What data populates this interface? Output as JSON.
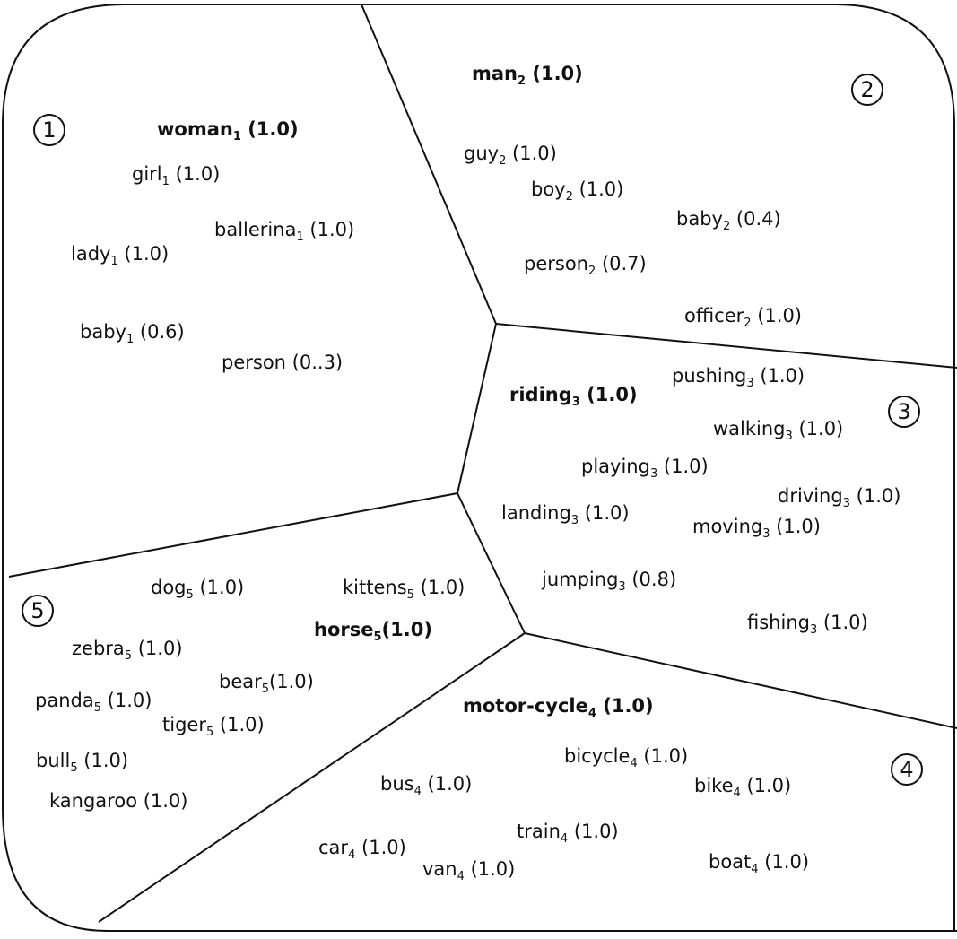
{
  "diagram": {
    "regions": [
      {
        "number": "1",
        "items": [
          {
            "word": "woman",
            "sub": "1",
            "score": " (1.0)",
            "head": true
          },
          {
            "word": "girl",
            "sub": "1",
            "score": " (1.0)"
          },
          {
            "word": "ballerina",
            "sub": "1",
            "score": " (1.0)"
          },
          {
            "word": "lady",
            "sub": "1",
            "score": " (1.0)"
          },
          {
            "word": "baby",
            "sub": "1",
            "score": " (0.6)"
          },
          {
            "word": "person",
            "sub": "",
            "score": " (0..3)"
          }
        ]
      },
      {
        "number": "2",
        "items": [
          {
            "word": "man",
            "sub": "2",
            "score": " (1.0)",
            "head": true
          },
          {
            "word": "guy",
            "sub": "2",
            "score": " (1.0)"
          },
          {
            "word": "boy",
            "sub": "2",
            "score": " (1.0)"
          },
          {
            "word": "baby",
            "sub": "2",
            "score": " (0.4)"
          },
          {
            "word": "person",
            "sub": "2",
            "score": " (0.7)"
          },
          {
            "word": "officer",
            "sub": "2",
            "score": " (1.0)"
          }
        ]
      },
      {
        "number": "3",
        "items": [
          {
            "word": "riding",
            "sub": "3",
            "score": " (1.0)",
            "head": true
          },
          {
            "word": "pushing",
            "sub": "3",
            "score": " (1.0)"
          },
          {
            "word": "walking",
            "sub": "3",
            "score": " (1.0)"
          },
          {
            "word": "playing",
            "sub": "3",
            "score": " (1.0)"
          },
          {
            "word": "driving",
            "sub": "3",
            "score": " (1.0)"
          },
          {
            "word": "landing",
            "sub": "3",
            "score": " (1.0)"
          },
          {
            "word": "moving",
            "sub": "3",
            "score": " (1.0)"
          },
          {
            "word": "jumping",
            "sub": "3",
            "score": " (0.8)"
          },
          {
            "word": "fishing",
            "sub": "3",
            "score": " (1.0)"
          }
        ]
      },
      {
        "number": "4",
        "items": [
          {
            "word": "motor-cycle",
            "sub": "4",
            "score": " (1.0)",
            "head": true
          },
          {
            "word": "bicycle",
            "sub": "4",
            "score": " (1.0)"
          },
          {
            "word": "bus",
            "sub": "4",
            "score": " (1.0)"
          },
          {
            "word": "bike",
            "sub": "4",
            "score": " (1.0)"
          },
          {
            "word": "train",
            "sub": "4",
            "score": " (1.0)"
          },
          {
            "word": "car",
            "sub": "4",
            "score": " (1.0)"
          },
          {
            "word": "van",
            "sub": "4",
            "score": " (1.0)"
          },
          {
            "word": "boat",
            "sub": "4",
            "score": " (1.0)"
          }
        ]
      },
      {
        "number": "5",
        "items": [
          {
            "word": "dog",
            "sub": "5",
            "score": " (1.0)"
          },
          {
            "word": "kittens",
            "sub": "5",
            "score": " (1.0)"
          },
          {
            "word": "horse",
            "sub": "5",
            "score": "(1.0)",
            "head": true
          },
          {
            "word": "zebra",
            "sub": "5",
            "score": " (1.0)"
          },
          {
            "word": "bear",
            "sub": "5",
            "score": "(1.0)"
          },
          {
            "word": "panda",
            "sub": "5",
            "score": " (1.0)"
          },
          {
            "word": "tiger",
            "sub": "5",
            "score": " (1.0)"
          },
          {
            "word": "bull",
            "sub": "5",
            "score": " (1.0)"
          },
          {
            "word": "kangaroo",
            "sub": "",
            "score": " (1.0)"
          }
        ]
      }
    ]
  }
}
